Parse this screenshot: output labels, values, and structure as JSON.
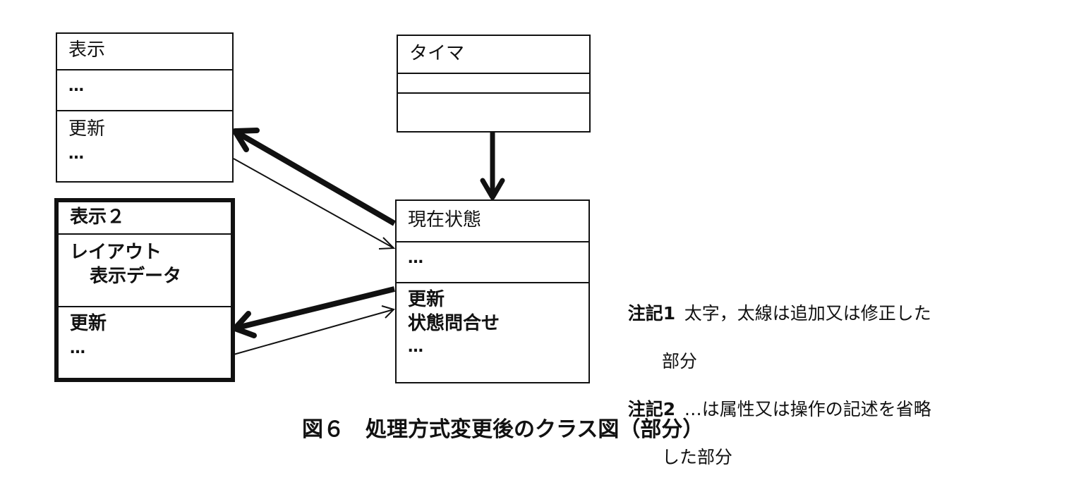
{
  "colors": {
    "ink": "#111111",
    "background": "#ffffff"
  },
  "classes": {
    "display": {
      "name": "表示",
      "attributes": [
        "…"
      ],
      "operations": [
        "更新",
        "…"
      ]
    },
    "display2": {
      "name": "表示２",
      "attributes": [
        "レイアウト",
        "表示データ"
      ],
      "operations": [
        "更新",
        "…"
      ]
    },
    "timer": {
      "name": "タイマ",
      "attributes": [],
      "operations": []
    },
    "current_state": {
      "name": "現在状態",
      "attributes": [
        "…"
      ],
      "operations": [
        "更新",
        "状態問合せ",
        "…"
      ]
    }
  },
  "relationships": [
    {
      "from": "timer",
      "to": "current_state",
      "style": "bold"
    },
    {
      "from": "current_state",
      "to": "display",
      "style": "bold"
    },
    {
      "from": "display",
      "to": "current_state",
      "style": "thin"
    },
    {
      "from": "current_state",
      "to": "display2",
      "style": "bold"
    },
    {
      "from": "display2",
      "to": "current_state",
      "style": "thin"
    }
  ],
  "notes": [
    {
      "label": "注記1",
      "text": "太字，太線は追加又は修正した",
      "cont": "部分"
    },
    {
      "label": "注記2",
      "text": "…は属性又は操作の記述を省略",
      "cont": "した部分"
    }
  ],
  "caption": "図６　処理方式変更後のクラス図（部分）"
}
